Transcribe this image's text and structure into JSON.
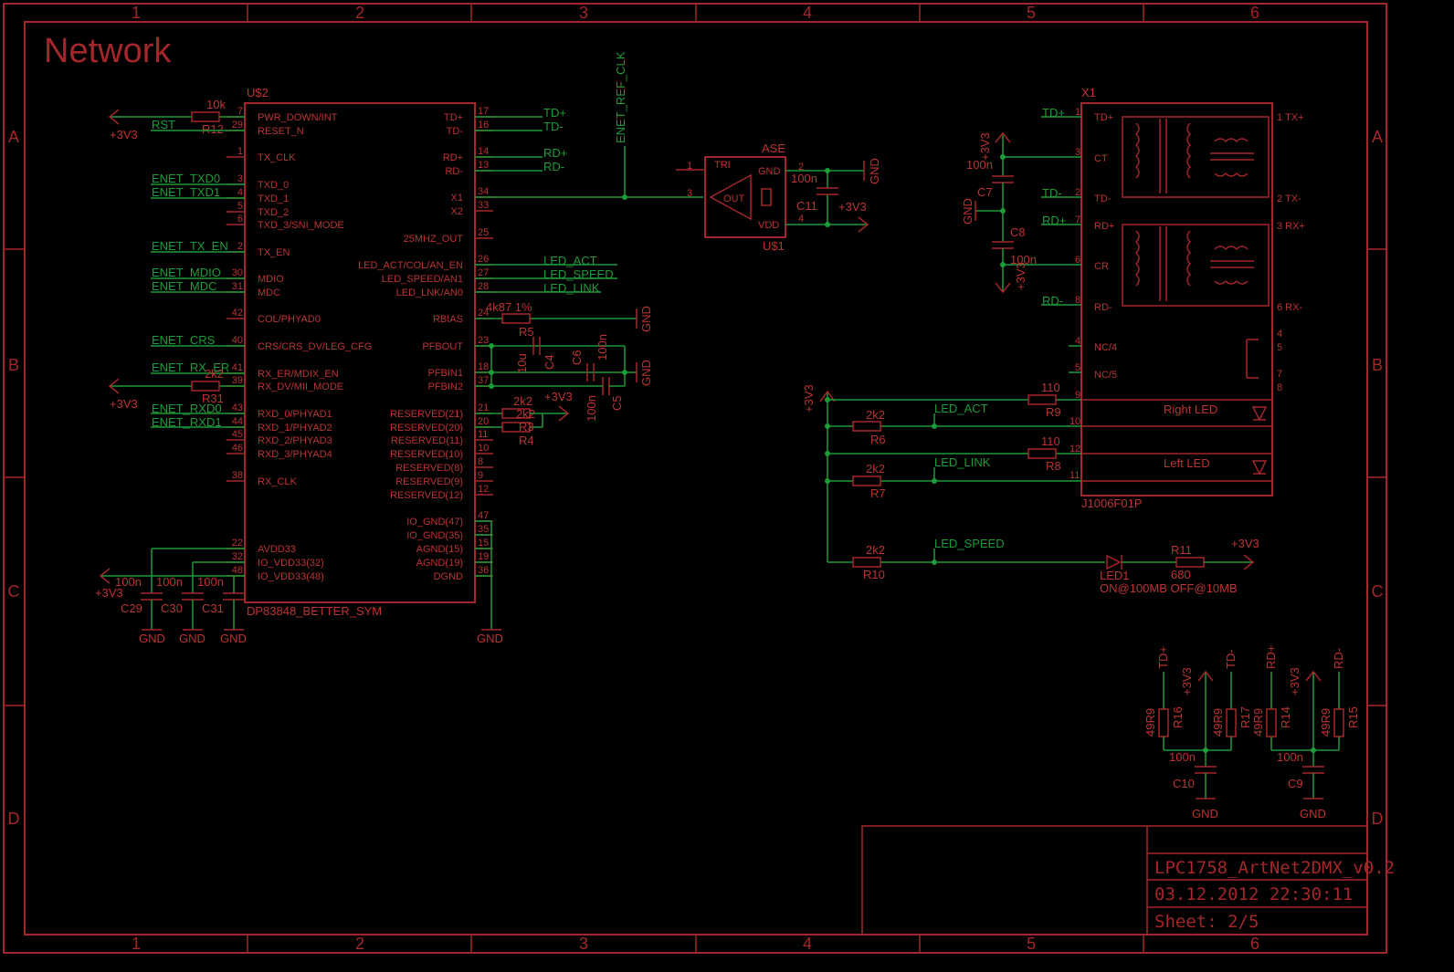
{
  "colors": {
    "background": "#000000",
    "symbol": "#a3262b",
    "net": "#1d9a39",
    "label": "#b33333"
  },
  "sheet_title": "Network",
  "columns": [
    "1",
    "2",
    "3",
    "4",
    "5",
    "6"
  ],
  "rows": [
    "A",
    "B",
    "C",
    "D"
  ],
  "title_block": {
    "project": "LPC1758_ArtNet2DMX_v0.2",
    "date": "03.12.2012 22:30:11",
    "sheet": "Sheet: 2/5"
  },
  "u2": {
    "ref": "U$2",
    "part": "DP83848_BETTER_SYM",
    "left_pins": [
      {
        "num": "7",
        "name": "PWR_DOWN/INT"
      },
      {
        "num": "29",
        "name": "RESET_N"
      },
      {
        "num": "1",
        "name": "TX_CLK"
      },
      {
        "num": "3",
        "name": "TXD_0"
      },
      {
        "num": "4",
        "name": "TXD_1"
      },
      {
        "num": "5",
        "name": "TXD_2"
      },
      {
        "num": "6",
        "name": "TXD_3/SNI_MODE"
      },
      {
        "num": "2",
        "name": "TX_EN"
      },
      {
        "num": "30",
        "name": "MDIO"
      },
      {
        "num": "31",
        "name": "MDC"
      },
      {
        "num": "42",
        "name": "COL/PHYAD0"
      },
      {
        "num": "40",
        "name": "CRS/CRS_DV/LEG_CFG"
      },
      {
        "num": "41",
        "name": "RX_ER/MDIX_EN"
      },
      {
        "num": "39",
        "name": "RX_DV/MII_MODE"
      },
      {
        "num": "43",
        "name": "RXD_0/PHYAD1"
      },
      {
        "num": "44",
        "name": "RXD_1/PHYAD2"
      },
      {
        "num": "45",
        "name": "RXD_2/PHYAD3"
      },
      {
        "num": "46",
        "name": "RXD_3/PHYAD4"
      },
      {
        "num": "38",
        "name": "RX_CLK"
      },
      {
        "num": "22",
        "name": "AVDD33"
      },
      {
        "num": "32",
        "name": "IO_VDD33(32)"
      },
      {
        "num": "48",
        "name": "IO_VDD33(48)"
      }
    ],
    "right_pins": [
      {
        "num": "17",
        "name": "TD+"
      },
      {
        "num": "16",
        "name": "TD-"
      },
      {
        "num": "14",
        "name": "RD+"
      },
      {
        "num": "13",
        "name": "RD-"
      },
      {
        "num": "34",
        "name": "X1"
      },
      {
        "num": "33",
        "name": "X2"
      },
      {
        "num": "25",
        "name": "25MHZ_OUT"
      },
      {
        "num": "26",
        "name": "LED_ACT/COL/AN_EN"
      },
      {
        "num": "27",
        "name": "LED_SPEED/AN1"
      },
      {
        "num": "28",
        "name": "LED_LNK/AN0"
      },
      {
        "num": "24",
        "name": "RBIAS"
      },
      {
        "num": "23",
        "name": "PFBOUT"
      },
      {
        "num": "18",
        "name": "PFBIN1"
      },
      {
        "num": "37",
        "name": "PFBIN2"
      },
      {
        "num": "21",
        "name": "RESERVED(21)"
      },
      {
        "num": "20",
        "name": "RESERVED(20)"
      },
      {
        "num": "11",
        "name": "RESERVED(11)"
      },
      {
        "num": "10",
        "name": "RESERVED(10)"
      },
      {
        "num": "8",
        "name": "RESERVED(8)"
      },
      {
        "num": "9",
        "name": "RESERVED(9)"
      },
      {
        "num": "12",
        "name": "RESERVED(12)"
      },
      {
        "num": "47",
        "name": "IO_GND(47)"
      },
      {
        "num": "35",
        "name": "IO_GND(35)"
      },
      {
        "num": "15",
        "name": "AGND(15)"
      },
      {
        "num": "19",
        "name": "AGND(19)"
      },
      {
        "num": "36",
        "name": "DGND"
      }
    ]
  },
  "left_nets": {
    "txd0": "ENET_TXD0",
    "txd1": "ENET_TXD1",
    "txen": "ENET_TX_EN",
    "mdio": "ENET_MDIO",
    "mdc": "ENET_MDC",
    "crs": "ENET_CRS",
    "rxer": "ENET_RX_ER",
    "rxd0": "ENET_RXD0",
    "rxd1": "ENET_RXD1",
    "rst": "RST"
  },
  "right_nets": {
    "tdp": "TD+",
    "tdm": "TD-",
    "rdp": "RD+",
    "rdm": "RD-",
    "act": "LED_ACT",
    "speed": "LED_SPEED",
    "link": "LED_LINK",
    "refclk": "ENET_REF_CLK"
  },
  "parts": {
    "r12": {
      "ref": "R12",
      "val": "10k"
    },
    "r31": {
      "ref": "R31",
      "val": "2k2"
    },
    "r5": {
      "ref": "R5",
      "val": "4k87 1%"
    },
    "r3": {
      "ref": "R3",
      "val": "2k2"
    },
    "r4": {
      "ref": "R4",
      "val": "2k2"
    },
    "c4": {
      "ref": "C4",
      "val": "10u"
    },
    "c6": {
      "ref": "C6",
      "val": "100n"
    },
    "c5": {
      "ref": "C5",
      "val": "100n"
    },
    "c29": {
      "ref": "C29",
      "val": "100n"
    },
    "c30": {
      "ref": "C30",
      "val": "100n"
    },
    "c31": {
      "ref": "C31",
      "val": "100n"
    },
    "ase": {
      "ref": "U$1",
      "val": "ASE",
      "tri": "TRI",
      "out": "OUT",
      "gnd": "GND",
      "vdd": "VDD"
    },
    "c11": {
      "ref": "C11",
      "val": "100n"
    },
    "c7": {
      "ref": "C7",
      "val": "100n"
    },
    "c8": {
      "ref": "C8",
      "val": "100n"
    },
    "x1": {
      "ref": "X1",
      "val": "J1006F01P"
    },
    "r9": {
      "ref": "R9",
      "val": "110"
    },
    "r8": {
      "ref": "R8",
      "val": "110"
    },
    "r6": {
      "ref": "R6",
      "val": "2k2"
    },
    "r7": {
      "ref": "R7",
      "val": "2k2"
    },
    "r10": {
      "ref": "R10",
      "val": "2k2"
    },
    "r11": {
      "ref": "R11",
      "val": "680"
    },
    "led1": {
      "ref": "LED1",
      "val": "ON@100MB OFF@10MB"
    },
    "r16": {
      "ref": "R16",
      "val": "49R9"
    },
    "r17": {
      "ref": "R17",
      "val": "49R9"
    },
    "r14": {
      "ref": "R14",
      "val": "49R9"
    },
    "r15": {
      "ref": "R15",
      "val": "49R9"
    },
    "c10": {
      "ref": "C10",
      "val": "100n"
    },
    "c9": {
      "ref": "C9",
      "val": "100n"
    }
  },
  "x1_pins": {
    "tdp": "TD+",
    "ct": "CT",
    "tdm": "TD-",
    "rdp": "RD+",
    "cr": "CR",
    "rdm": "RD-",
    "nc4": "NC/4",
    "nc5": "NC/5",
    "txp": "1 TX+",
    "txm": "2 TX-",
    "rxp": "3 RX+",
    "rxm": "6 RX-",
    "p4": "4",
    "p5": "5",
    "p7": "7",
    "p8": "8",
    "right_led": "Right LED",
    "left_led": "Left LED"
  },
  "supply": {
    "v33": "+3V3",
    "gnd": "GND"
  }
}
